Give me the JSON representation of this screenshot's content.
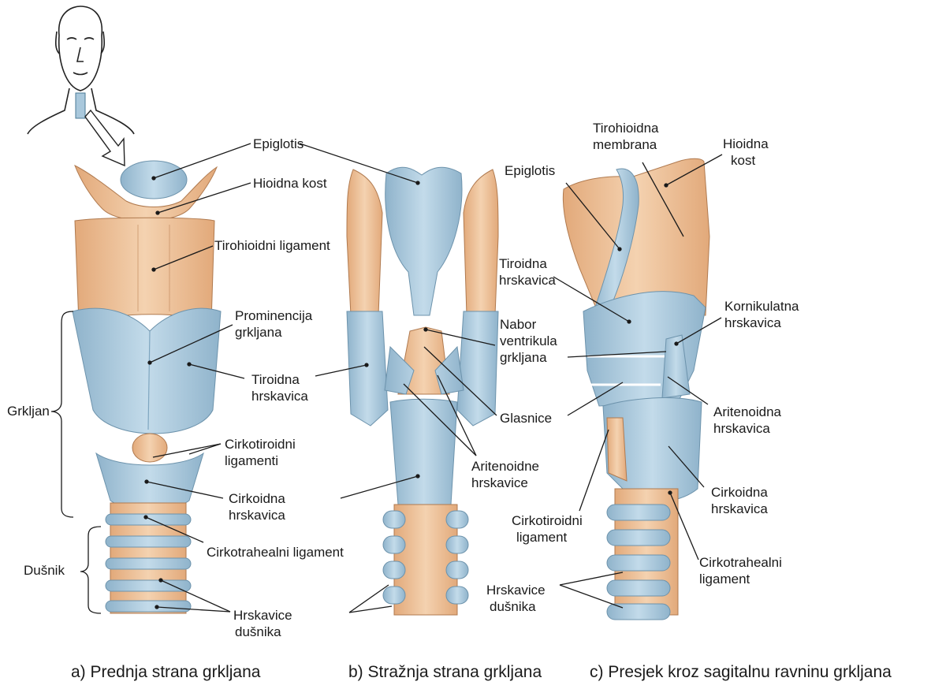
{
  "labels": {
    "a_epiglotis": "Epiglotis",
    "a_hioidna_kost": "Hioidna kost",
    "a_tirohioidni_ligament": "Tirohioidni  ligament",
    "a_prominencija_1": "Prominencija",
    "a_prominencija_2": "grkljana",
    "a_tiroidna_1": "Tiroidna",
    "a_tiroidna_2": "hrskavica",
    "a_cirkotiroidni_1": "Cirkotiroidni",
    "a_cirkotiroidni_2": "ligamenti",
    "a_cirkoidna_1": "Cirkoidna",
    "a_cirkoidna_2": "hrskavica",
    "a_cirkotrahealni": "Cirkotrahealni ligament",
    "a_hrskavice_1": "Hrskavice",
    "a_hrskavice_2": "dušnika",
    "grkljan": "Grkljan",
    "dusnik": "Dušnik",
    "b_nabor_1": "Nabor",
    "b_nabor_2": "ventrikula",
    "b_nabor_3": "grkljana",
    "b_glasnice": "Glasnice",
    "b_aritenoidne_1": "Aritenoidne",
    "b_aritenoidne_2": "hrskavice",
    "c_epiglotis": "Epiglotis",
    "c_tirohioidna_1": "Tirohioidna",
    "c_tirohioidna_2": "membrana",
    "c_hioidna_1": "Hioidna",
    "c_hioidna_2": "kost",
    "c_tiroidna_1": "Tiroidna",
    "c_tiroidna_2": "hrskavica",
    "c_kornikulatna_1": "Kornikulatna",
    "c_kornikulatna_2": "hrskavica",
    "c_aritenoidna_1": "Aritenoidna",
    "c_aritenoidna_2": "hrskavica",
    "c_cirkoidna_1": "Cirkoidna",
    "c_cirkoidna_2": "hrskavica",
    "c_cirkotiroidni_1": "Cirkotiroidni",
    "c_cirkotiroidni_2": "ligament",
    "c_cirkotrahealni_1": "Cirkotrahealni",
    "c_cirkotrahealni_2": "ligament",
    "c_hrskavice_1": "Hrskavice",
    "c_hrskavice_2": "dušnika"
  },
  "captions": {
    "a": "a) Prednja strana grkljana",
    "b": "b) Stražnja strana grkljana",
    "c": "c) Presjek kroz sagitalnu ravninu grkljana"
  },
  "colors": {
    "cartilage_blue": "#a9c8dc",
    "cartilage_blue_dark": "#7fa6c0",
    "ligament_orange": "#e9b98f",
    "ligament_orange_light": "#f3d3b3",
    "leader_line": "#1a1a1a"
  }
}
